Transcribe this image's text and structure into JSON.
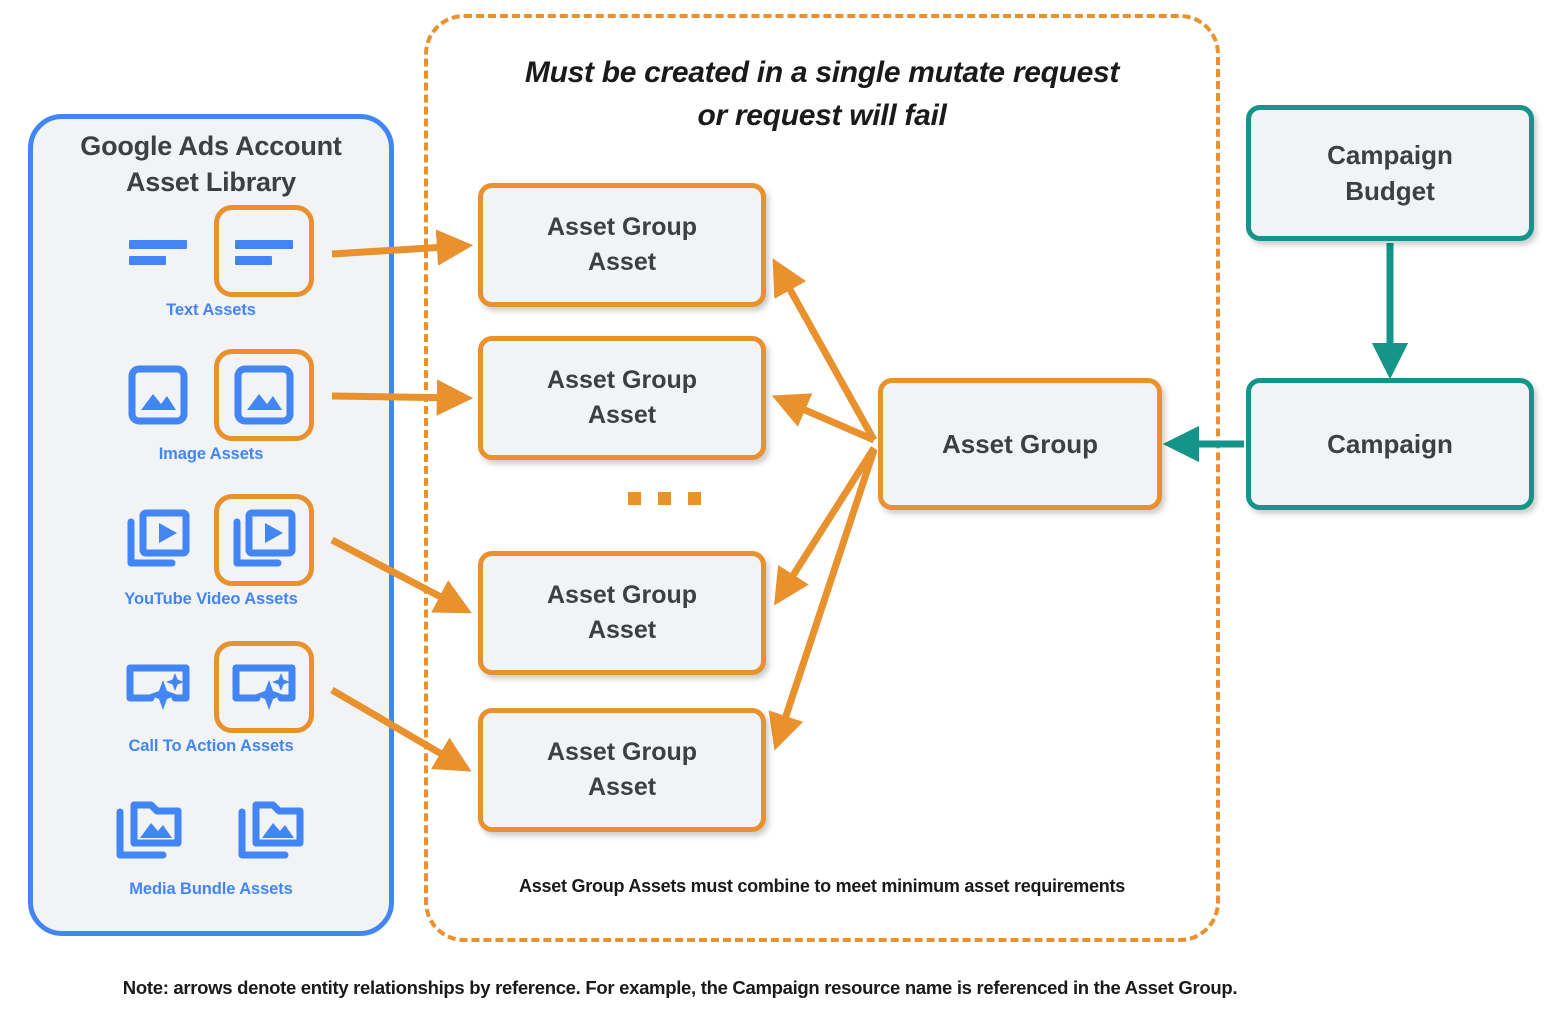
{
  "library": {
    "title_line1": "Google Ads Account",
    "title_line2": "Asset Library",
    "items": [
      {
        "caption": "Text Assets",
        "icon": "text-asset-icon"
      },
      {
        "caption": "Image Assets",
        "icon": "image-asset-icon"
      },
      {
        "caption": "YouTube Video  Assets",
        "icon": "youtube-video-asset-icon"
      },
      {
        "caption": "Call To Action Assets",
        "icon": "call-to-action-asset-icon"
      },
      {
        "caption": "Media Bundle  Assets",
        "icon": "media-bundle-asset-icon"
      }
    ]
  },
  "mutate_container": {
    "title_line1": "Must be created in a single mutate request",
    "title_line2": "or request will fail",
    "footnote": "Asset Group Assets must combine to meet minimum asset requirements",
    "ellipsis_dots": 3
  },
  "nodes": {
    "asset_group_assets": [
      {
        "line1": "Asset Group",
        "line2": "Asset"
      },
      {
        "line1": "Asset Group",
        "line2": "Asset"
      },
      {
        "line1": "Asset Group",
        "line2": "Asset"
      },
      {
        "line1": "Asset Group",
        "line2": "Asset"
      }
    ],
    "asset_group": "Asset Group",
    "campaign_budget_line1": "Campaign",
    "campaign_budget_line2": "Budget",
    "campaign": "Campaign"
  },
  "footer": {
    "note": "Note: arrows denote entity relationships by reference. For example, the Campaign resource name is referenced in the Asset Group."
  },
  "colors": {
    "orange": "#E8912D",
    "blue": "#4285F4",
    "teal": "#14948A",
    "node_fill": "#f1f3f4",
    "text_dark": "#3c4043",
    "background": "#ffffff"
  }
}
